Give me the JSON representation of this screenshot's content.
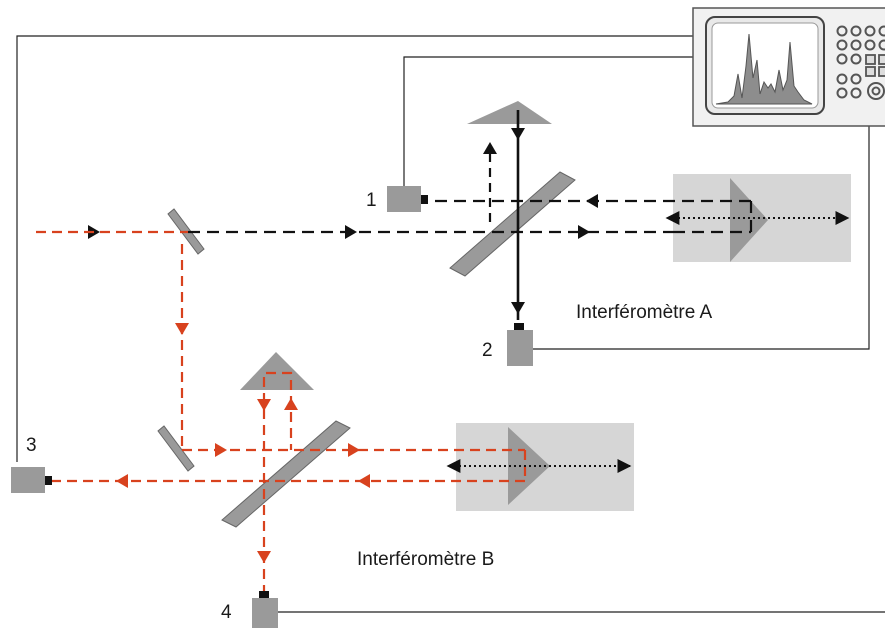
{
  "labels": {
    "interferometer_a": "Interféromètre A",
    "interferometer_b": "Interféromètre B",
    "detector_1": "1",
    "detector_2": "2",
    "detector_3": "3",
    "detector_4": "4"
  },
  "colors": {
    "beam_red": "#d8421e",
    "beam_black": "#111111",
    "component_gray": "#9a9a9a",
    "stage_gray": "#d6d6d6",
    "wire": "#222222"
  },
  "icons": {
    "oscilloscope": "oscilloscope-icon",
    "corner_cube": "corner-cube-icon",
    "mirror": "mirror-icon",
    "beam_splitter": "beam-splitter-icon",
    "detector": "detector-icon"
  }
}
